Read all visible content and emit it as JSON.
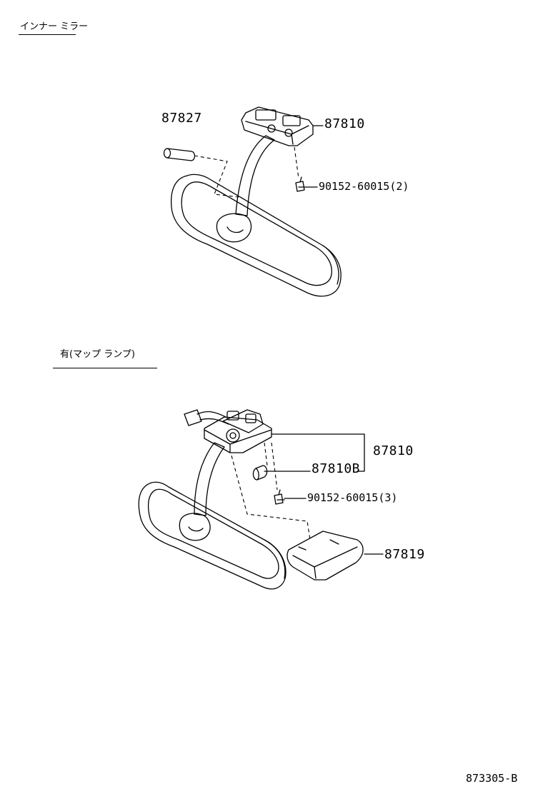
{
  "section_top": {
    "heading": "インナー ミラー"
  },
  "section_bottom": {
    "heading": "有(マップ ランプ)"
  },
  "parts_top": {
    "p87827": "87827",
    "p87810": "87810",
    "p90152": "90152-60015(2)"
  },
  "parts_bottom": {
    "p87810": "87810",
    "p87810B": "87810B",
    "p90152": "90152-60015(3)",
    "p87819": "87819"
  },
  "drawing_number": "873305-B"
}
